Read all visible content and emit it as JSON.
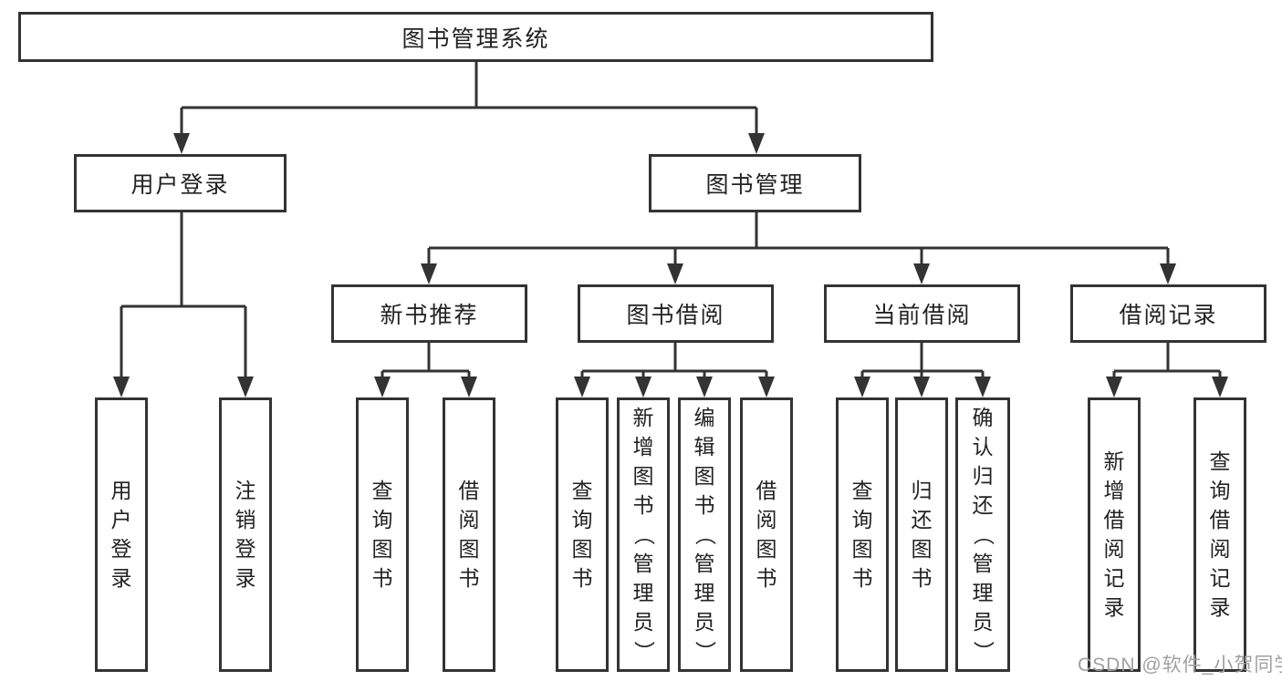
{
  "tree": {
    "root": "图书管理系统",
    "children": [
      {
        "label": "用户登录",
        "children": [
          {
            "label": "用户登录"
          },
          {
            "label": "注销登录"
          }
        ]
      },
      {
        "label": "图书管理",
        "children": [
          {
            "label": "新书推荐",
            "children": [
              {
                "label": "查询图书"
              },
              {
                "label": "借阅图书"
              }
            ]
          },
          {
            "label": "图书借阅",
            "children": [
              {
                "label": "查询图书"
              },
              {
                "label": "新增图书（管理员）"
              },
              {
                "label": "编辑图书（管理员）"
              },
              {
                "label": "借阅图书"
              }
            ]
          },
          {
            "label": "当前借阅",
            "children": [
              {
                "label": "查询图书"
              },
              {
                "label": "归还图书"
              },
              {
                "label": "确认归还（管理员）"
              }
            ]
          },
          {
            "label": "借阅记录",
            "children": [
              {
                "label": "新增借阅记录"
              },
              {
                "label": "查询借阅记录"
              }
            ]
          }
        ]
      }
    ]
  },
  "watermark": "CSDN @软件_小贺同学",
  "colors": {
    "line": "#333333",
    "text": "#222222",
    "watermark": "#a0a0a0",
    "background": "#ffffff"
  }
}
